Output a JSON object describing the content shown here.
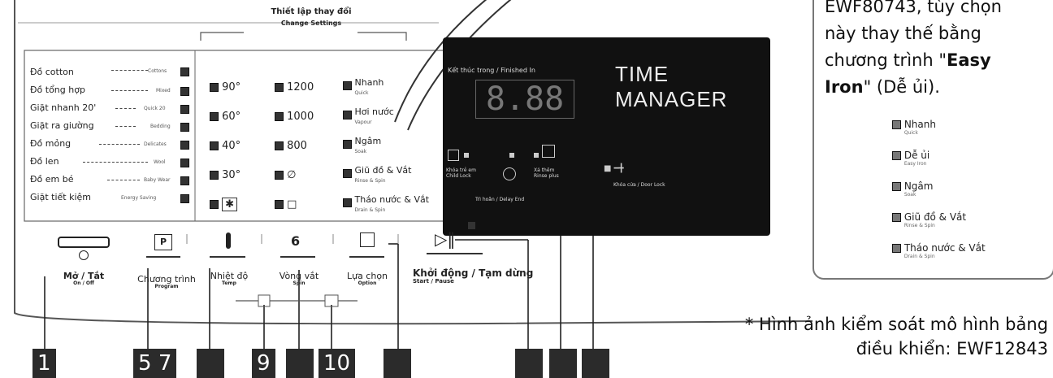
{
  "panel": {
    "settings_title_vi": "Thiết lập thay đổi",
    "settings_title_en": "Change Settings",
    "programs": [
      {
        "vi": "Đồ cotton",
        "en": "Cottons"
      },
      {
        "vi": "Đồ tổng hợp",
        "en": "Mixed"
      },
      {
        "vi": "Giặt nhanh 20'",
        "en": "Quick 20"
      },
      {
        "vi": "Giặt ra giường",
        "en": "Bedding"
      },
      {
        "vi": "Đồ mỏng",
        "en": "Delicates"
      },
      {
        "vi": "Đồ len",
        "en": "Wool"
      },
      {
        "vi": "Đồ em bé",
        "en": "Baby Wear"
      },
      {
        "vi": "Giặt tiết kiệm",
        "en": "Energy Saving"
      }
    ],
    "temperatures": [
      "90°",
      "60°",
      "40°",
      "30°",
      "✱"
    ],
    "spin_speeds": [
      "1200",
      "1000",
      "800",
      "∅",
      "□"
    ],
    "options": [
      {
        "vi": "Nhanh",
        "en": "Quick"
      },
      {
        "vi": "Hơi nước",
        "en": "Vapour"
      },
      {
        "vi": "Ngâm",
        "en": "Soak"
      },
      {
        "vi": "Giũ đồ & Vắt",
        "en": "Rinse & Spin"
      },
      {
        "vi": "Tháo nước & Vắt",
        "en": "Drain & Spin"
      }
    ]
  },
  "display": {
    "finished_in": "Kết thúc trong / Finished In",
    "digits": "8.88",
    "brand": "TIME MANAGER",
    "child_lock_vi": "Khóa trẻ em",
    "child_lock_en": "Child Lock",
    "rinse_plus_vi": "Xả thêm",
    "rinse_plus_en": "Rinse plus",
    "delay_end": "Trì hoãn / Delay End",
    "door_lock": "Khóa cửa / Door Lock"
  },
  "buttons": [
    {
      "vi": "Mở / Tắt",
      "en": "On / Off"
    },
    {
      "vi": "Chương trình",
      "en": "Program"
    },
    {
      "vi": "Nhiệt độ",
      "en": "Temp"
    },
    {
      "vi": "Vòng vắt",
      "en": "Spin"
    },
    {
      "vi": "Lựa chọn",
      "en": "Option"
    },
    {
      "vi": "Khởi động / Tạm dừng",
      "en": "Start / Pause"
    }
  ],
  "callouts": [
    "1",
    "5",
    "7",
    "9",
    "10"
  ],
  "note": {
    "line1": "EWF80743, tùy chọn",
    "line2": "này thay thế bằng",
    "line3": "chương trình \"",
    "bold1": "Easy",
    "bold2": "Iron",
    "line4": "\" (Dễ ủi).",
    "items": [
      {
        "vi": "Nhanh",
        "en": "Quick"
      },
      {
        "vi": "Dễ ủi",
        "en": "Easy Iron"
      },
      {
        "vi": "Ngâm",
        "en": "Soak"
      },
      {
        "vi": "Giũ đồ & Vắt",
        "en": "Rinse & Spin"
      },
      {
        "vi": "Tháo nước & Vắt",
        "en": "Drain & Spin"
      }
    ]
  },
  "footnote_line1": "* Hình ảnh kiểm soát mô hình bảng",
  "footnote_line2": "điều khiển: EWF12843"
}
